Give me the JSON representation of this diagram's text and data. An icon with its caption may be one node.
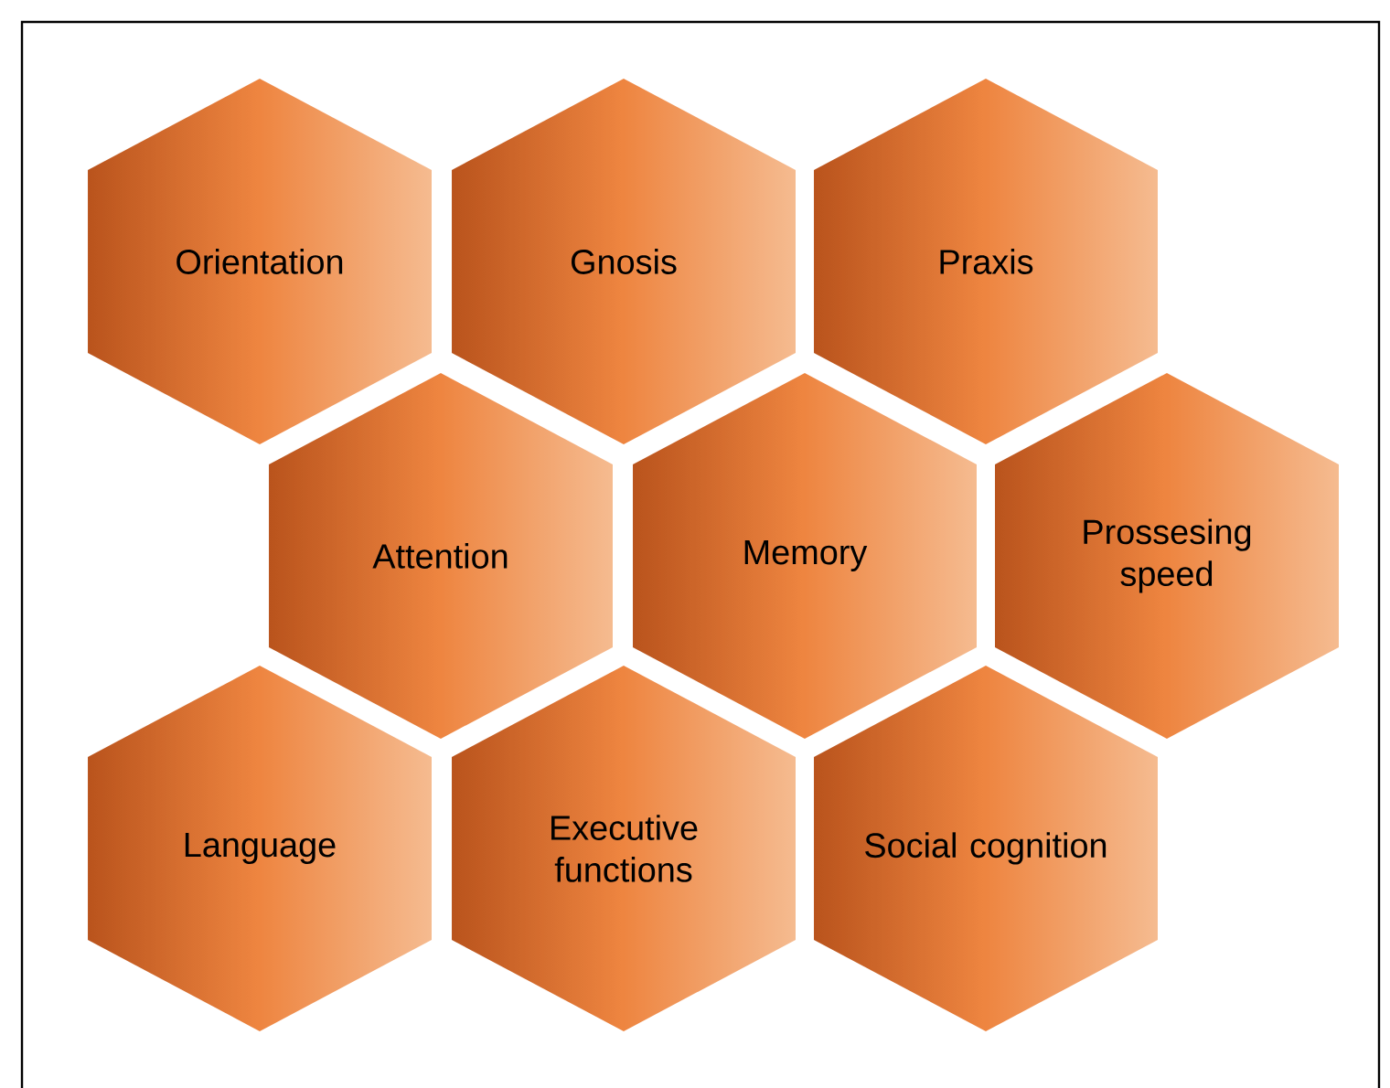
{
  "diagram": {
    "nodes": [
      {
        "text": [
          "Orientation"
        ]
      },
      {
        "text": [
          "Gnosis"
        ]
      },
      {
        "text": [
          "Praxis"
        ]
      },
      {
        "text": [
          "Attention"
        ]
      },
      {
        "text": [
          "Memory"
        ]
      },
      {
        "text": [
          "Prossesing speed"
        ]
      },
      {
        "text": [
          "Language"
        ]
      },
      {
        "text": [
          "Executive functions"
        ]
      },
      {
        "text": [
          "Social cognition"
        ]
      }
    ]
  }
}
